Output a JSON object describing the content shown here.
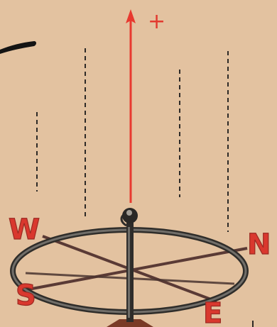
{
  "plus_label": "+",
  "compass": {
    "west": "W",
    "north": "N",
    "south": "S",
    "east": "E"
  },
  "colors": {
    "background": "#e3c2a0",
    "arrow": "#e8392f",
    "letters": "#d9382e",
    "ring": "#3c3a36",
    "dashes": "#2e2a27"
  }
}
